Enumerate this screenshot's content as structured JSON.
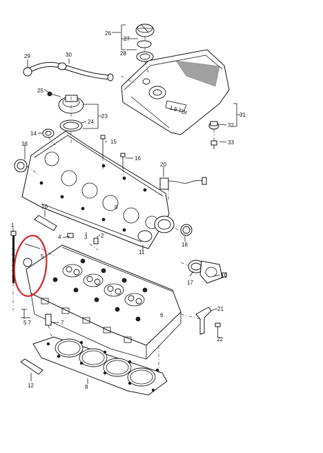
{
  "diagram": {
    "callouts": [
      {
        "id": "c26",
        "text": "26"
      },
      {
        "id": "c27",
        "text": "27"
      },
      {
        "id": "c28",
        "text": "28"
      },
      {
        "id": "c29",
        "text": "29"
      },
      {
        "id": "c30",
        "text": "30"
      },
      {
        "id": "c25",
        "text": "25"
      },
      {
        "id": "c24",
        "text": "24"
      },
      {
        "id": "c23",
        "text": "23"
      },
      {
        "id": "c31",
        "text": "31"
      },
      {
        "id": "c32",
        "text": "32"
      },
      {
        "id": "c33",
        "text": "33"
      },
      {
        "id": "c14",
        "text": "14"
      },
      {
        "id": "c13",
        "text": "13"
      },
      {
        "id": "c15",
        "text": "15"
      },
      {
        "id": "c16",
        "text": "16"
      },
      {
        "id": "c20",
        "text": "20"
      },
      {
        "id": "c10",
        "text": "10"
      },
      {
        "id": "c9",
        "text": "9"
      },
      {
        "id": "c11",
        "text": "11"
      },
      {
        "id": "c18",
        "text": "18"
      },
      {
        "id": "c4",
        "text": "4"
      },
      {
        "id": "c3",
        "text": "3"
      },
      {
        "id": "c2",
        "text": "2"
      },
      {
        "id": "c1",
        "text": "1"
      },
      {
        "id": "c5",
        "text": "5"
      },
      {
        "id": "c17",
        "text": "17"
      },
      {
        "id": "c19",
        "text": "19"
      },
      {
        "id": "c21",
        "text": "21"
      },
      {
        "id": "c22",
        "text": "22"
      },
      {
        "id": "c6",
        "text": "6"
      },
      {
        "id": "c7",
        "text": "7"
      },
      {
        "id": "c57",
        "text": "5 7"
      },
      {
        "id": "c12",
        "text": "12"
      },
      {
        "id": "c8",
        "text": "8"
      }
    ],
    "highlight_color": "#d81e1e",
    "line_color": "#111111"
  }
}
